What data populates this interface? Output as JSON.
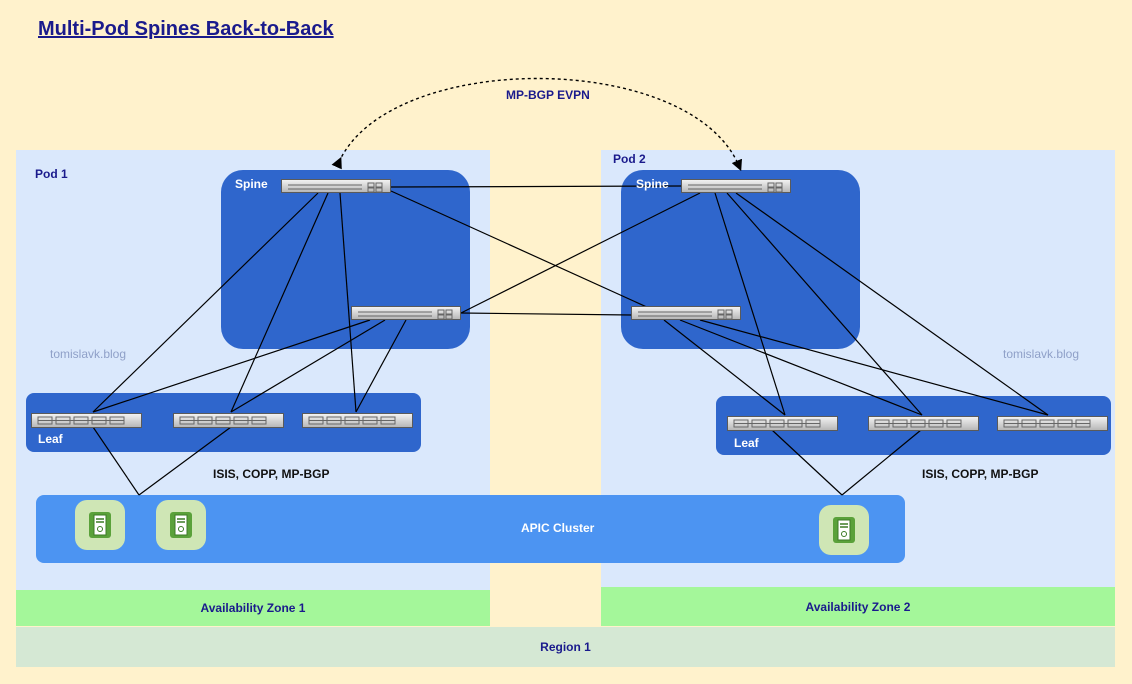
{
  "title": "Multi-Pod Spines Back-to-Back",
  "protocol_label": "MP-BGP EVPN",
  "pods": [
    {
      "label": "Pod 1",
      "spine_label": "Spine",
      "leaf_label": "Leaf",
      "protocols": "ISIS, COPP, MP-BGP",
      "watermark": "tomislavk.blog",
      "zone": "Availability Zone 1"
    },
    {
      "label": "Pod 2",
      "spine_label": "Spine",
      "leaf_label": "Leaf",
      "protocols": "ISIS, COPP, MP-BGP",
      "watermark": "tomislavk.blog",
      "zone": "Availability Zone 2"
    }
  ],
  "apic": {
    "label": "APIC Cluster",
    "icon": "server-icon"
  },
  "region": "Region 1",
  "colors": {
    "background": "#fff2cc",
    "pod": "#dae8fc",
    "box": "#2f66cc",
    "apic": "#4c94f2",
    "zone": "#a4f79a",
    "region": "#d5e8d4",
    "text": "#1a1a8c"
  }
}
